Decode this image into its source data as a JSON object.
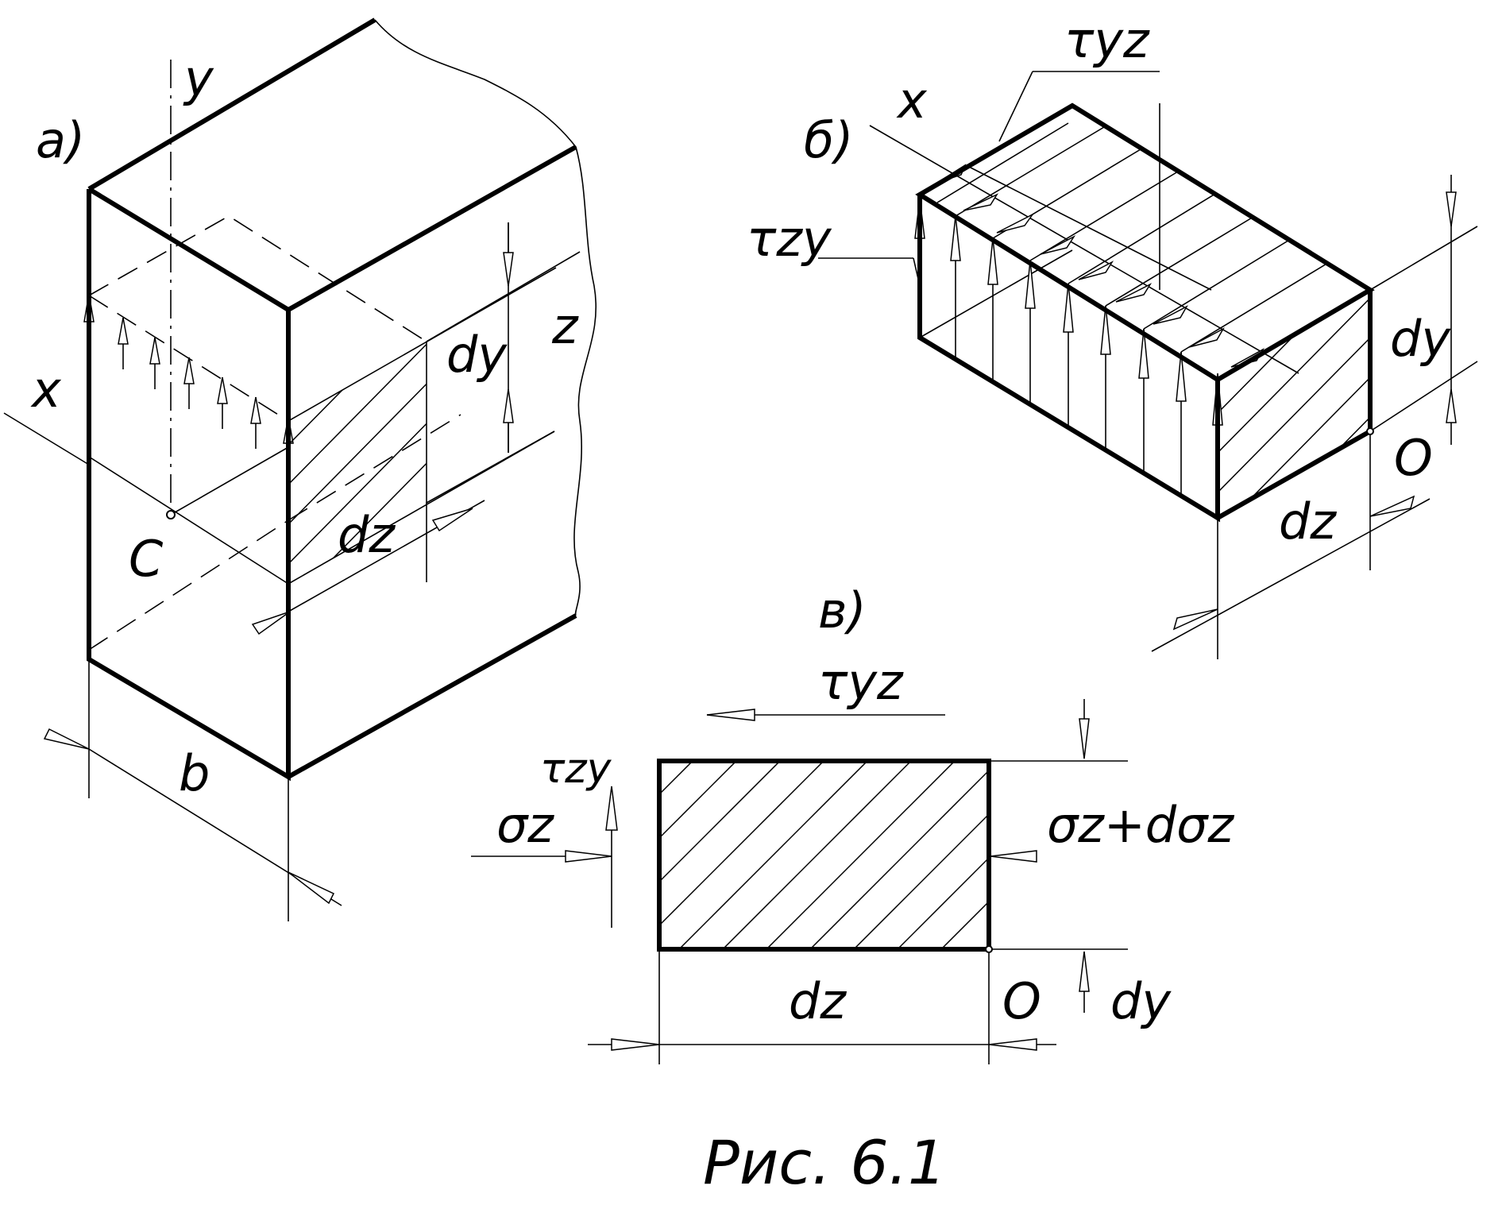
{
  "figure": {
    "caption": "Рис. 6.1",
    "panel_a": {
      "label": "а)",
      "axis_y": "y",
      "axis_x": "x",
      "axis_z": "z",
      "point_c": "C",
      "dim_b": "b",
      "dim_dy": "dy",
      "dim_dz": "dz"
    },
    "panel_b": {
      "label": "б)",
      "axis_x": "x",
      "tau_yz": "τyz",
      "tau_zy": "τzy",
      "dim_dy": "dy",
      "dim_dz": "dz",
      "point_o": "O"
    },
    "panel_c": {
      "label": "в)",
      "tau_yz": "τyz",
      "tau_zy": "τzy",
      "sigma_z": "σz",
      "sigma_z_plus": "σz+dσz",
      "dim_dz": "dz",
      "dim_dy": "dy",
      "point_o": "O"
    }
  }
}
